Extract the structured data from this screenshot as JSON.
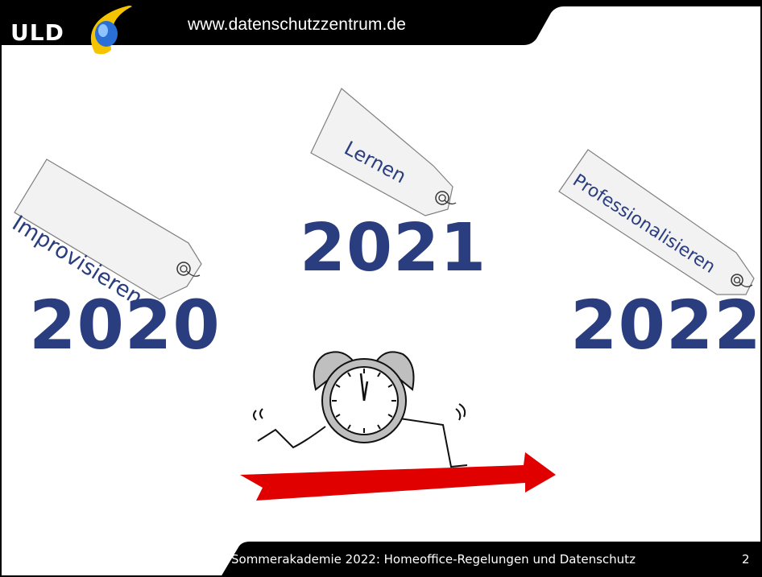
{
  "header": {
    "logo_text": "ULD",
    "url": "www.datenschutzzentrum.de"
  },
  "tags": [
    {
      "label": "Improvisieren"
    },
    {
      "label": "Lernen"
    },
    {
      "label": "Professionalisieren"
    }
  ],
  "years": [
    "2020",
    "2021",
    "2022"
  ],
  "footer": {
    "title": "Sommerakademie 2022: Homeoffice-Regelungen und Datenschutz",
    "page_number": "2"
  },
  "colors": {
    "header_bg": "#000000",
    "year_text": "#2a3e7f",
    "arrow": "#e00000",
    "tag_fill": "#f2f2f2"
  },
  "icons": [
    "uld-logo-icon",
    "alarm-clock-icon",
    "arrow-icon",
    "tag-icon"
  ]
}
